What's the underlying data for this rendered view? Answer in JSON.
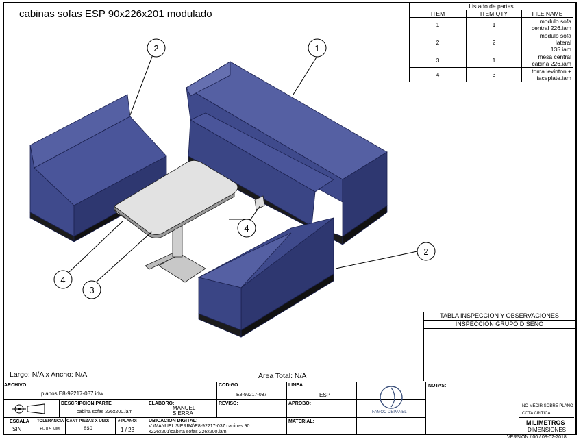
{
  "title": "cabinas sofas ESP 90x226x201 modulado",
  "parts_list": {
    "caption": "Listado de partes",
    "headers": [
      "ITEM",
      "ITEM QTY",
      "FILE NAME"
    ],
    "rows": [
      {
        "item": "1",
        "qty": "1",
        "file1": "modulo sofa",
        "file2": "central 226.iam"
      },
      {
        "item": "2",
        "qty": "2",
        "file1": "modulo sofa lateral",
        "file2": "135.iam"
      },
      {
        "item": "3",
        "qty": "1",
        "file1": "mesa central",
        "file2": "cabina 226.iam"
      },
      {
        "item": "4",
        "qty": "3",
        "file1": "toma levinton +",
        "file2": "faceplate.iam"
      }
    ]
  },
  "balloons": [
    "1",
    "2",
    "2",
    "3",
    "4",
    "4"
  ],
  "inspection": {
    "title": "TABLA INSPECCION Y OBSERVACIONES",
    "subtitle": "INSPECCION GRUPO DISEÑO"
  },
  "dims": {
    "largo": "Largo: N/A x Ancho: N/A",
    "area": "Area Total: N/A"
  },
  "title_block": {
    "archivo_label": "ARCHIVO:",
    "archivo": "planos E8-92217-037.idw",
    "codigo_label": "CODIGO:",
    "codigo": "E8-92217-037",
    "linea_label": "LINEA",
    "linea": "ESP",
    "desc_label": "DESCRIPCION PARTE",
    "desc": "cabina sofas 226x200.iam",
    "elaboro_label": "ELABORO:",
    "elaboro1": "MANUEL",
    "elaboro2": "SIERRA",
    "reviso_label": "REVISO:",
    "aprobo_label": "APROBO:",
    "escala_label": "ESCALA",
    "escala": "SIN",
    "tol_label": "TOLERANCIA",
    "tol": "+/- 0.5 MM",
    "cant_label": "CANT PIEZAS X UND:",
    "cant": "esp",
    "plano_label": "# PLANO:",
    "plano": "1 / 23",
    "ubic_label": "UBICACION DIGITAL:",
    "ubic1": "V:\\MANUEL SIERRA\\E8-92217-037 cabinas 90",
    "ubic2": "x226x201\\cabina sofas 226x200.iam",
    "material_label": "MATERIAL:",
    "brand": "FAMOC DEPANEL",
    "notas_label": "NOTAS:",
    "no_medir": "NO MEDIR SOBRE PLANO",
    "cota": "COTA CRITICA",
    "unidades": "MILIMETROS",
    "dimensiones": "DIMENSIONES",
    "version": "VERSION / 00 / 09-02-2018"
  },
  "colors": {
    "sofa": "#3f4a8c",
    "sofa_dark": "#2e3770",
    "sofa_light": "#5560a3",
    "table_top": "#e2e2e2"
  }
}
